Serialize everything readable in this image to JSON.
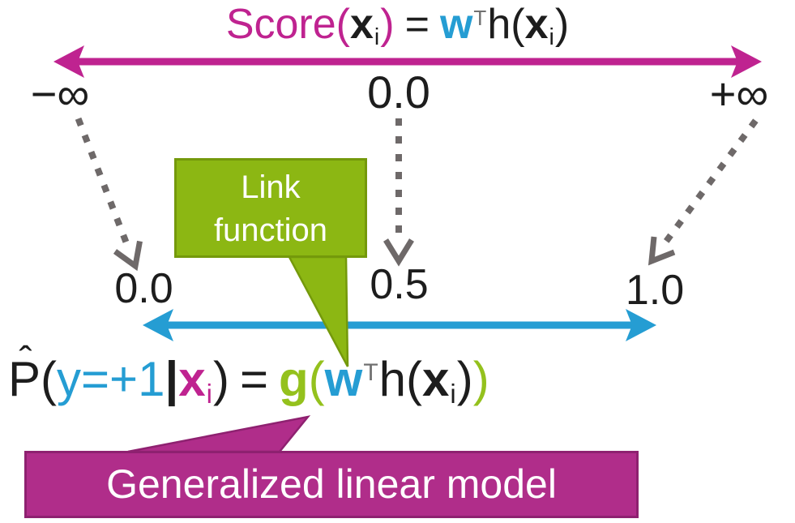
{
  "colors": {
    "magenta": "#bf2390",
    "magenta_box": "#b02d8a",
    "magenta_dark": "#8e2170",
    "blue": "#259dd3",
    "green": "#8cb713",
    "green_dark": "#74990b",
    "green_text": "#94c11d",
    "gray": "#6e6969",
    "gray_t": "#717171",
    "dark": "#1d1d1d",
    "white": "#ffffff"
  },
  "score_formula": {
    "fn": "Score",
    "open": "(",
    "x": "x",
    "x_sub": "i",
    "close": ")",
    "equals": "=",
    "w": "w",
    "transpose": "T",
    "h": "h",
    "open2": "(",
    "x2": "x",
    "x2_sub": "i",
    "close2": ")"
  },
  "score_axis": {
    "min": "−∞",
    "mid": "0.0",
    "max": "+∞"
  },
  "prob_axis": {
    "min": "0.0",
    "mid": "0.5",
    "max": "1.0"
  },
  "link_callout": {
    "line1": "Link",
    "line2": "function"
  },
  "glm_callout": {
    "label": "Generalized linear model"
  },
  "prob_formula": {
    "p": "P",
    "hat": "ˆ",
    "open": "(",
    "y": "y=+1",
    "bar": "|",
    "x": "x",
    "x_sub": "i",
    "close": ")",
    "equals": "=",
    "g": "g",
    "g_open": "(",
    "w": "w",
    "transpose": "T",
    "h": "h",
    "h_open": "(",
    "x2": "x",
    "x2_sub": "i",
    "h_close": ")",
    "g_close": ")"
  }
}
